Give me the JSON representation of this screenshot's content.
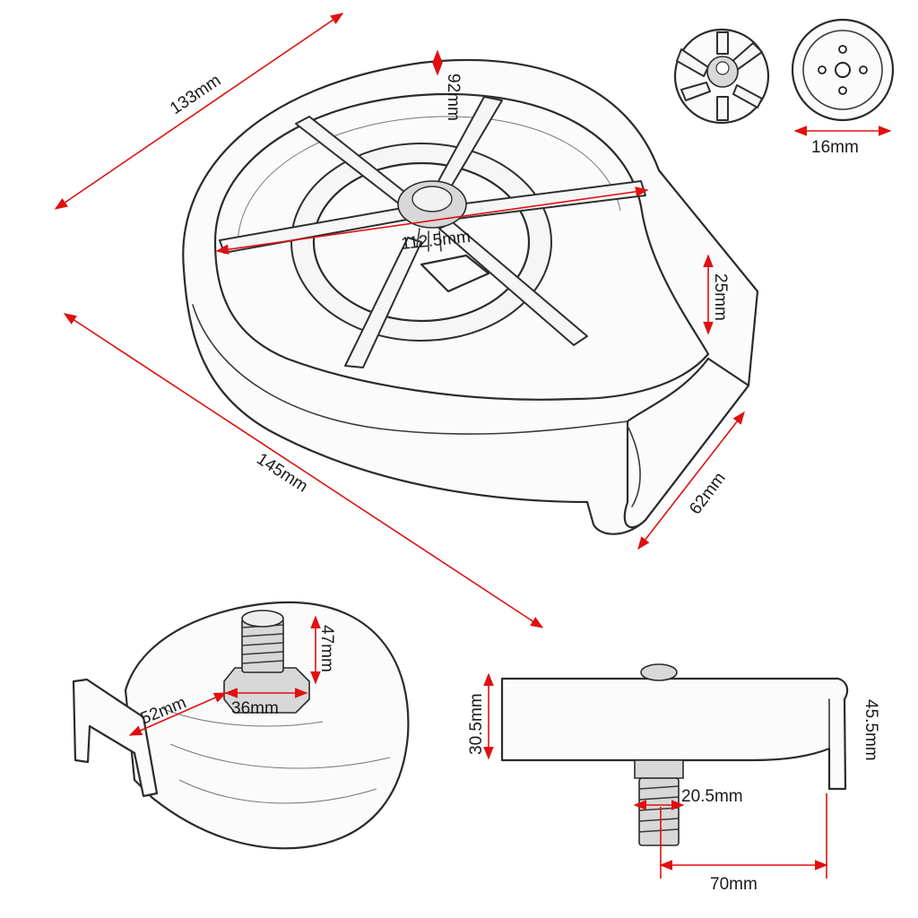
{
  "dimensions": {
    "top_diagonal": "133mm",
    "wall_gap": "92mm",
    "spoke_span": "112.5mm",
    "height_right": "25mm",
    "base_diagonal": "145mm",
    "depth_right": "62mm",
    "thread_diameter": "16mm",
    "bolt_height": "47mm",
    "base_radius": "52mm",
    "nut_width": "36mm",
    "side_height": "30.5mm",
    "total_height": "45.5mm",
    "thread_width": "20.5mm",
    "slot_length": "70mm"
  },
  "colors": {
    "dimension_line": "#e01010",
    "sketch_line": "#2b2b2b"
  }
}
